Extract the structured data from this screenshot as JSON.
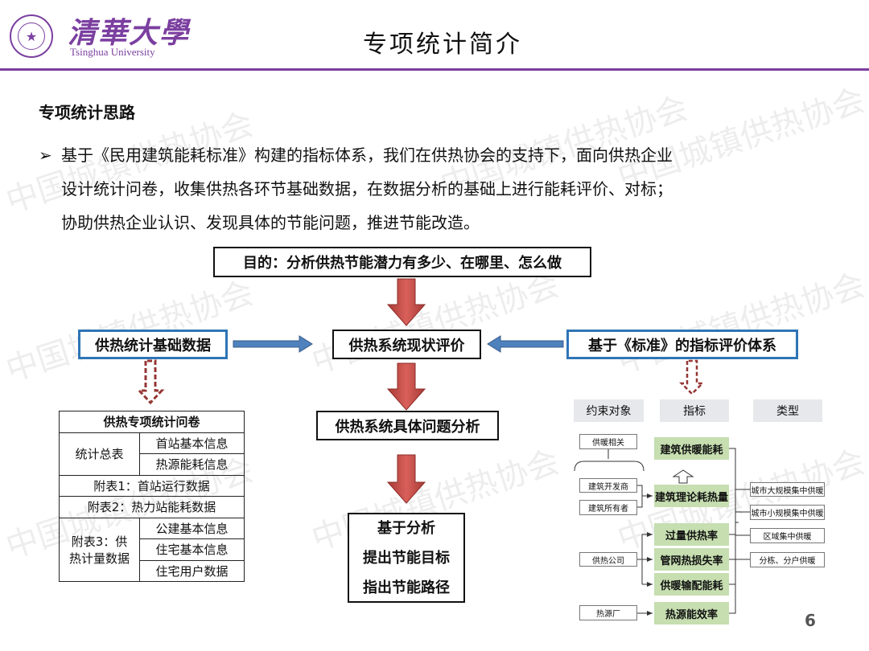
{
  "logo": {
    "cn": "清華大學",
    "en": "Tsinghua University",
    "seal": "★"
  },
  "title": "专项统计简介",
  "section": "专项统计思路",
  "bullet": "➢",
  "paragraph": [
    "基于《民用建筑能耗标准》构建的指标体系，我们在供热协会的支持下，面向供热企业",
    "设计统计问卷，收集供热各环节基础数据，在数据分析的基础上进行能耗评价、对标；",
    "协助供热企业认识、发现具体的节能问题，推进节能改造。"
  ],
  "flow": {
    "goal": "目的：分析供热节能潜力有多少、在哪里、怎么做",
    "left": "供热统计基础数据",
    "center": "供热系统现状评价",
    "right": "基于《标准》的指标评价体系",
    "analysis": "供热系统具体问题分析",
    "result": [
      "基于分析",
      "提出节能目标",
      "指出节能路径"
    ]
  },
  "table": {
    "title": "供热专项统计问卷",
    "general": "统计总表",
    "general_items": [
      "首站基本信息",
      "热源能耗信息"
    ],
    "app1": "附表1：首站运行数据",
    "app2": "附表2：热力站能耗数据",
    "app3": "附表3：供热计量数据",
    "app3_items": [
      "公建基本信息",
      "住宅基本信息",
      "住宅用户数据"
    ]
  },
  "diagram": {
    "headers": [
      "约束对象",
      "指标",
      "类型"
    ],
    "subjects": [
      "供暖相关",
      "建筑开发商",
      "建筑所有者",
      "供热公司",
      "热源厂"
    ],
    "indicators": [
      "建筑供暖能耗",
      "建筑理论耗热量",
      "过量供热率",
      "管网热损失率",
      "供暖输配能耗",
      "热源能效率"
    ],
    "types": [
      "城市大规模集中供暖",
      "城市小规模集中供暖",
      "区域集中供暖",
      "分栋、分户供暖"
    ]
  },
  "page_number": "6",
  "watermark": "中国城镇供热协会",
  "colors": {
    "brand": "#7b3fa0",
    "blue": "#2e75b6",
    "red_arrow": "#c0504d",
    "green": "#c6deb0"
  }
}
